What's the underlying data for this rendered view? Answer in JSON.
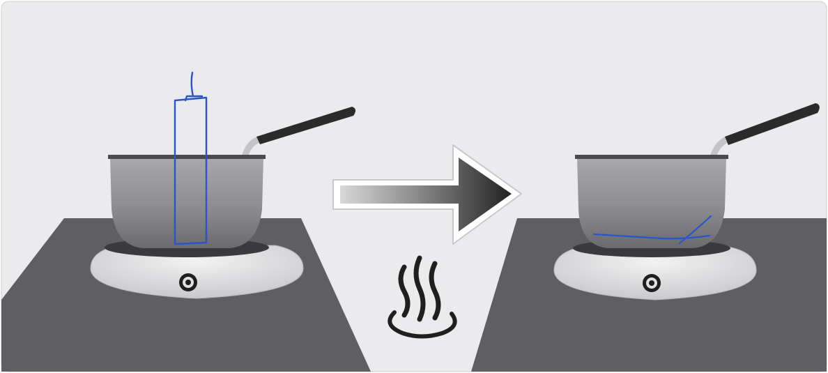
{
  "figure": {
    "panels": [
      {
        "id": "before",
        "state": "pot on hot plate with tall hand-drawn liquid level",
        "marker": "tall-rectangle"
      },
      {
        "id": "after",
        "state": "pot on hot plate with low hand-drawn liquid level",
        "marker": "low-line"
      }
    ],
    "transition_icon": "right-arrow",
    "heat_icon": "steam-heat-icon"
  },
  "colors": {
    "background": "#e9e9ec",
    "counter": "#5f5f63",
    "pot_body": "#8e8e93",
    "hot_plate": "#dcdcde",
    "handle": "#2b2b2b",
    "ink": "#2a55c8"
  }
}
